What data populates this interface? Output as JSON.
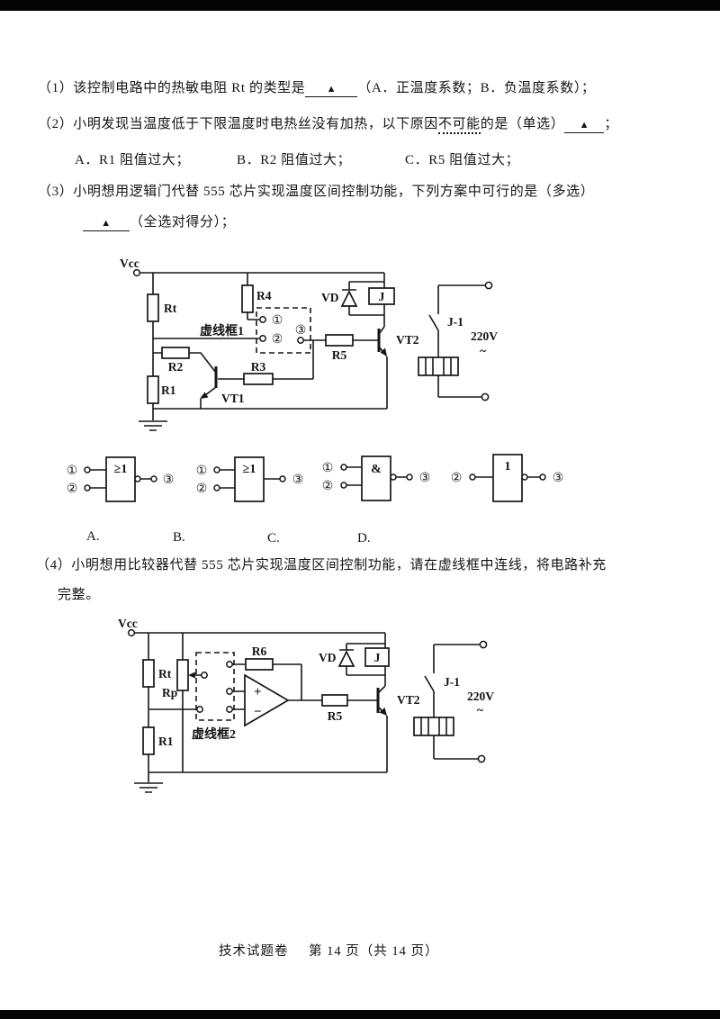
{
  "questions": {
    "q1_prefix": "（1）该控制电路中的热敏电阻 Rt 的类型是",
    "q1_blank": "▲",
    "q1_suffix": "（A．正温度系数；B．负温度系数）；",
    "q2_prefix": "（2）小明发现当温度低于下限温度时电热丝没有加热，以下原因",
    "q2_emphasis": "不可能",
    "q2_mid": "的是（单选）",
    "q2_blank": "▲",
    "q2_suffix": "；",
    "options": [
      "A．R1 阻值过大；",
      "B．R2 阻值过大；",
      "C．R5 阻值过大；"
    ],
    "q3_line1": "（3）小明想用逻辑门代替 555 芯片实现温度区间控制功能，下列方案中可行的是（多选）",
    "q3_blank": "▲",
    "q3_suffix": "（全选对得分）；",
    "q4_line1": "（4）小明想用比较器代替 555 芯片实现温度区间控制功能，请在虚线框中连线，将电路补充",
    "q4_line2": "完整。"
  },
  "circuit1": {
    "vcc": "Vcc",
    "rt": "Rt",
    "r1": "R1",
    "r2": "R2",
    "r3": "R3",
    "r4": "R4",
    "r5": "R5",
    "vt1": "VT1",
    "vt2": "VT2",
    "vd": "VD",
    "relay": "J",
    "box_label": "虚线框1",
    "t1": "①",
    "t2": "②",
    "t3": "③",
    "switch": "J-1",
    "voltage": "220V",
    "ac": "~"
  },
  "gates": {
    "labels": [
      "A.",
      "B.",
      "C.",
      "D."
    ],
    "a": {
      "symbol": "≥1",
      "in1": "①",
      "in2": "②",
      "out": "③"
    },
    "b": {
      "symbol": "≥1",
      "in1": "①",
      "in2": "②",
      "out": "③"
    },
    "c": {
      "symbol": "&",
      "in1": "①",
      "in2": "②",
      "out": "③"
    },
    "d": {
      "symbol": "1",
      "in1": "②",
      "out": "③"
    }
  },
  "circuit2": {
    "vcc": "Vcc",
    "rt": "Rt",
    "rp": "Rp",
    "r1": "R1",
    "r5": "R5",
    "r6": "R6",
    "vt2": "VT2",
    "vd": "VD",
    "relay": "J",
    "box_label": "虚线框2",
    "plus": "+",
    "minus": "−",
    "switch": "J-1",
    "voltage": "220V",
    "ac": "~"
  },
  "footer": {
    "title": "技术试题卷",
    "page": "第 14 页（共 14 页）"
  }
}
